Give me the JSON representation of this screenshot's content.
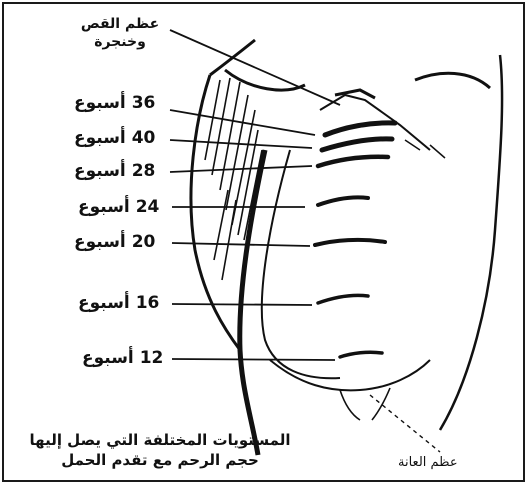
{
  "labels": {
    "xiphoid_line1": "عظم القص",
    "xiphoid_line2": "وخنجرة",
    "pubic_bone": "عظم العانة",
    "caption_line1": "المستويات المختلفة التي يصل إليها",
    "caption_line2": "حجم الرحم مع تقدم الحمل"
  },
  "weeks": [
    {
      "number": "36",
      "word": "أسبوع"
    },
    {
      "number": "40",
      "word": "أسبوع"
    },
    {
      "number": "28",
      "word": "أسبوع"
    },
    {
      "number": "24",
      "word": "أسبوع"
    },
    {
      "number": "20",
      "word": "أسبوع"
    },
    {
      "number": "16",
      "word": "أسبوع"
    },
    {
      "number": "12",
      "word": "أسبوع"
    }
  ],
  "colors": {
    "ink": "#111111",
    "background": "#ffffff"
  }
}
